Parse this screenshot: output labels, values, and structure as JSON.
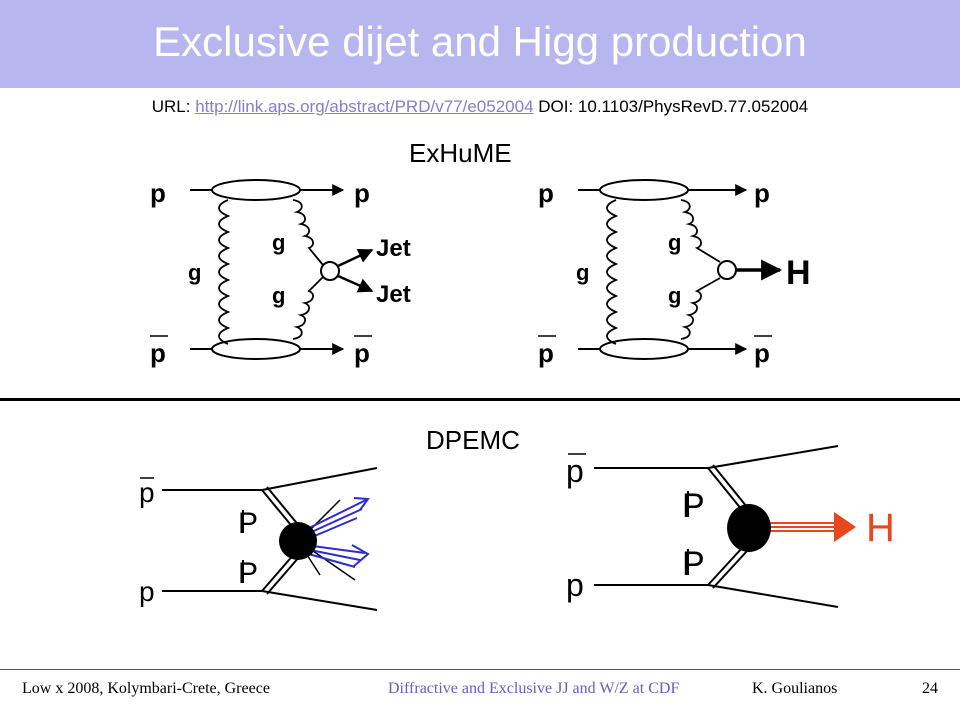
{
  "slide": {
    "title": "Exclusive dijet and Higg production",
    "url_prefix": "URL: ",
    "url_link": "http://link.aps.org/abstract/PRD/v77/e052004",
    "doi": " DOI: 10.1103/PhysRevD.77.052004"
  },
  "sections": {
    "exhume": "ExHuME",
    "dpemc": "DPEMC"
  },
  "exhume_dijet": {
    "p_top_in": "p",
    "p_top_out": "p",
    "p_bot_in": "p",
    "p_bot_out": "p",
    "gluon_left": "g",
    "gluon_top": "g",
    "gluon_bottom": "g",
    "jet1": "Jet",
    "jet2": "Jet"
  },
  "exhume_higgs": {
    "p_top_in": "p",
    "p_top_out": "p",
    "p_bot_in": "p",
    "p_bot_out": "p",
    "gluon_left": "g",
    "gluon_top": "g",
    "gluon_bottom": "g",
    "higgs": "H"
  },
  "dpemc_dijet": {
    "pbar": "p",
    "p": "p",
    "pomeron_top": "P",
    "pomeron_bottom": "P"
  },
  "dpemc_higgs": {
    "pbar": "p",
    "p": "p",
    "pomeron_top": "P",
    "pomeron_bottom": "P",
    "higgs": "H"
  },
  "colors": {
    "title_bar": "#b7b6ef",
    "link": "#8080d0",
    "jet_arrows": "#2b2bd0",
    "higgs": "#e8461c",
    "footer_center": "#6060c8"
  },
  "footer": {
    "left": "Low x 2008, Kolymbari-Crete, Greece",
    "center": "Diffractive and Exclusive JJ and W/Z at CDF",
    "author": "K.  Goulianos",
    "page": "24"
  }
}
